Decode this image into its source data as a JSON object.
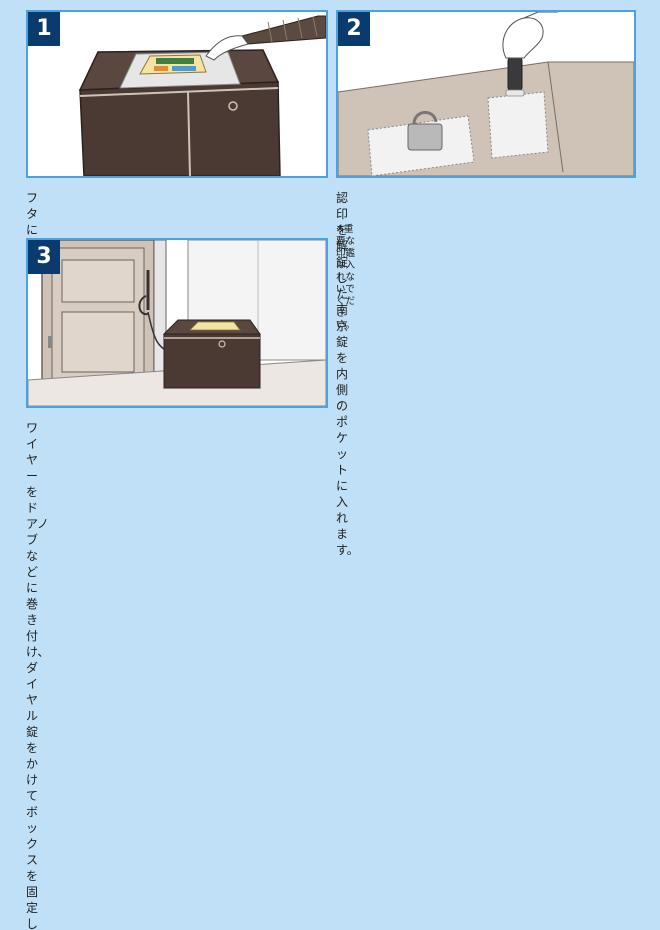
{
  "steps": [
    {
      "number": "1",
      "caption_lines": [
        "フタにPOPシートを入れます。"
      ]
    },
    {
      "number": "2",
      "caption_lines": [
        "認印を解錠した南京錠を内側のポケットに",
        "入れます。"
      ],
      "note": "※重要な印鑑は入れないでください。"
    },
    {
      "number": "3",
      "caption_lines": [
        "ワイヤーをドアノブなどに巻き付け、ダイヤル錠",
        "をかけてボックスを固定します。"
      ]
    }
  ],
  "colors": {
    "background": "#bfe0f6",
    "panel_border": "#4aa3e0",
    "badge": "#0b3a6e",
    "box_brown": "#4a3a33",
    "wall_beige": "#cfc3b8"
  }
}
